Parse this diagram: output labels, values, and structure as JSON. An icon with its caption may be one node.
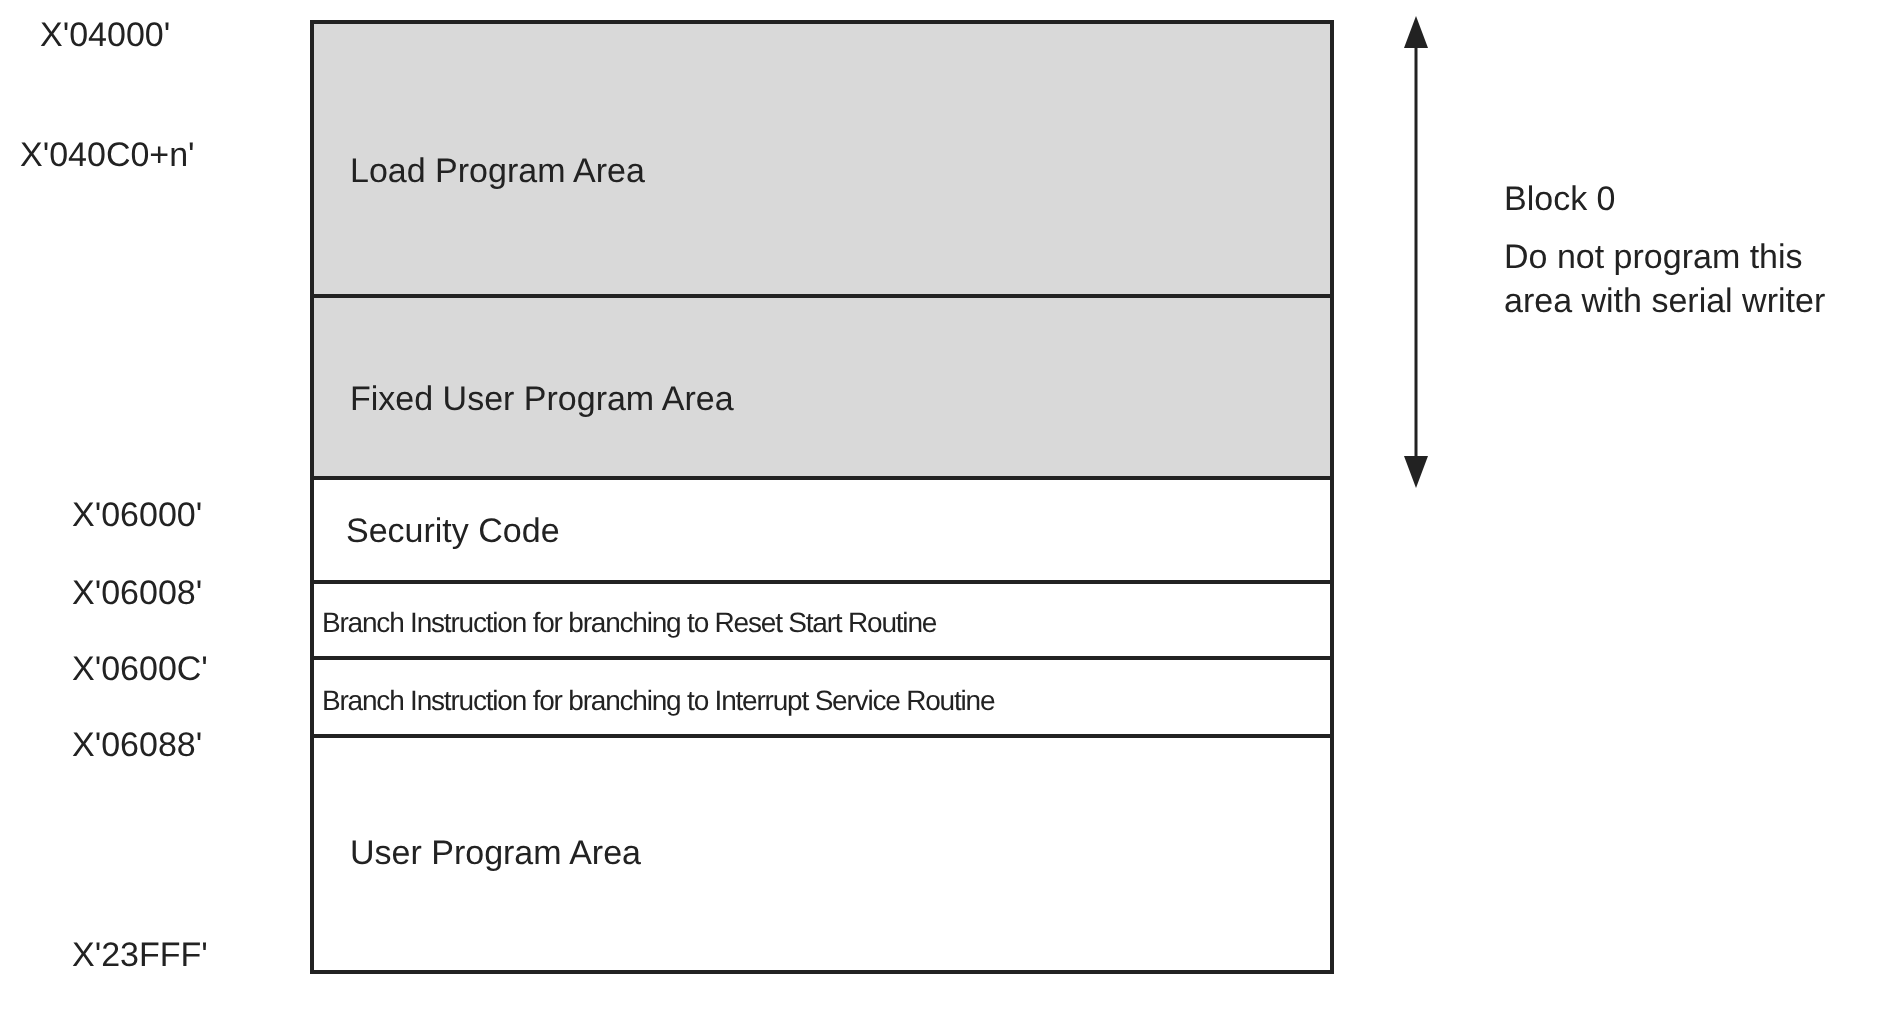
{
  "diagram": {
    "nodes": [
      {
        "text": [
          "Load Program Area"
        ]
      },
      {
        "text": [
          "Fixed User Program Area"
        ]
      },
      {
        "text": [
          "Security Code"
        ]
      },
      {
        "text": [
          "Branch Instruction for branching to Reset Start Routine"
        ]
      },
      {
        "text": [
          "Branch Instruction for branching to Interrupt Service Routine"
        ]
      },
      {
        "text": [
          "User Program Area"
        ]
      }
    ],
    "edges": [],
    "labels": [
      "X'04000'",
      "X'040C0+n'",
      "Block 0",
      "Do not program this area with serial writer",
      "X'06000'",
      "X'06008'",
      "X'0600C'",
      "X'06088'",
      "X'23FFF'"
    ]
  }
}
